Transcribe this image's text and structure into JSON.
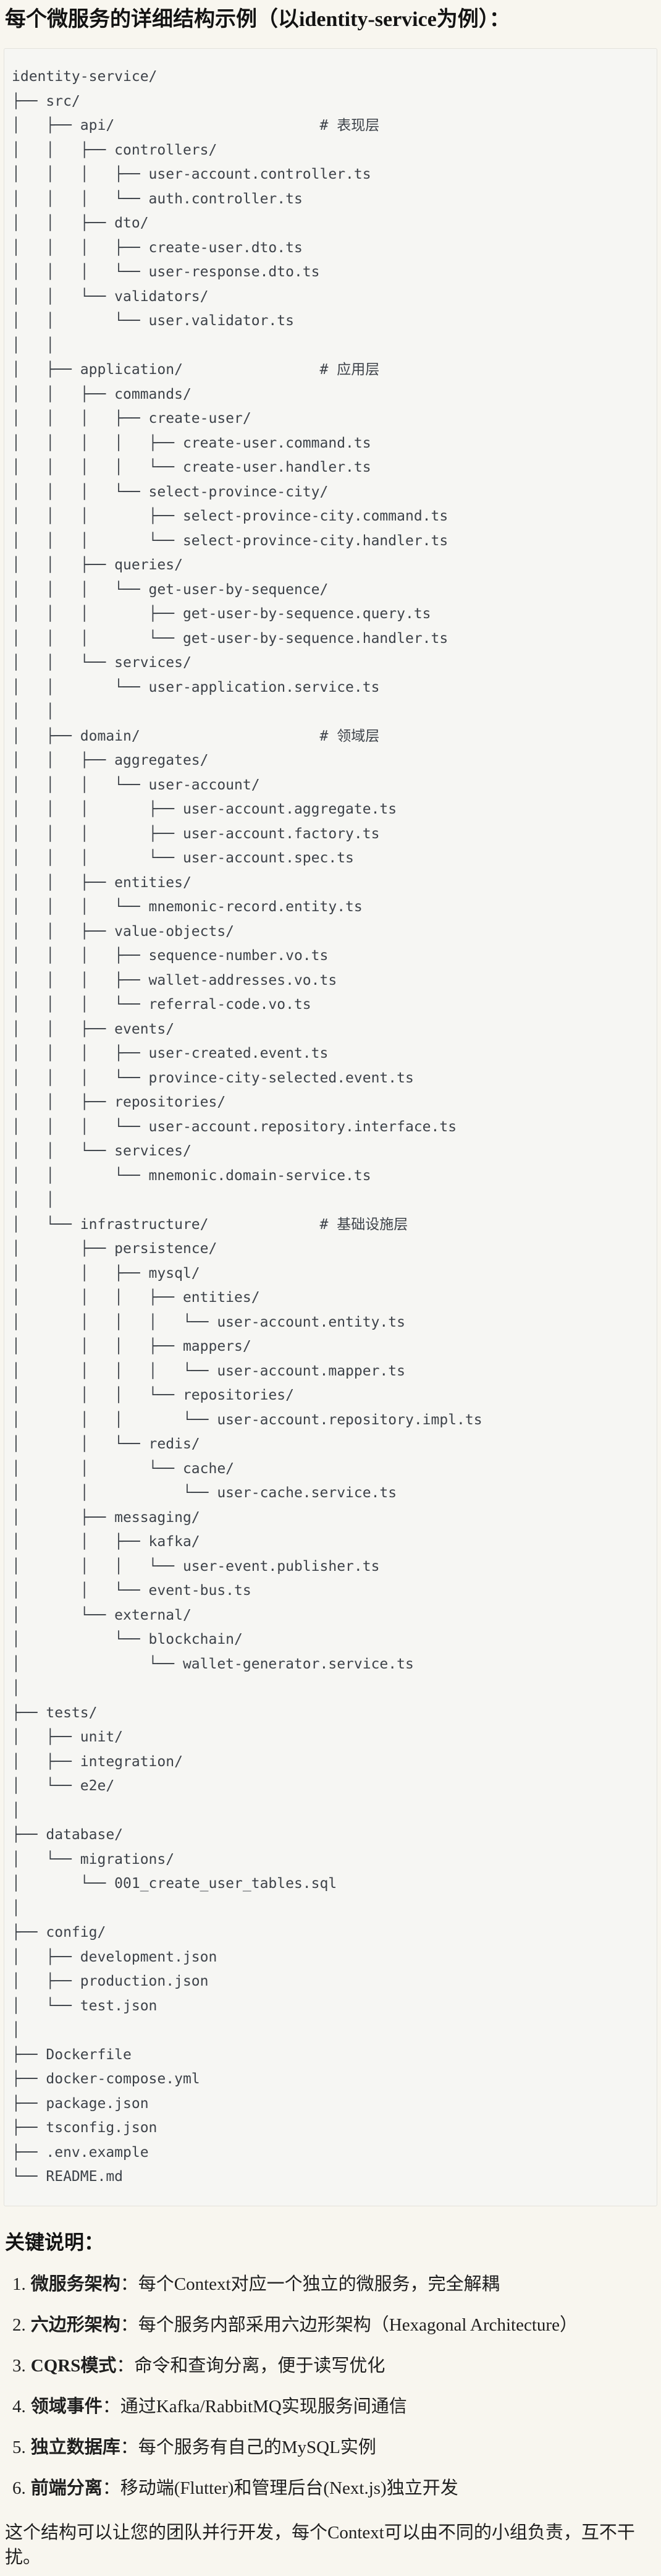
{
  "title": "每个微服务的详细结构示例（以identity-service为例）：",
  "colors": {
    "page_bg": "#f8f6ef",
    "code_bg": "#f6f6f3",
    "code_border": "#e3e2dc",
    "code_text": "#3d4249",
    "heading_text": "#131313",
    "body_text": "#1f1f1f"
  },
  "tree": {
    "root": "identity-service/",
    "lines": [
      "identity-service/",
      "├── src/",
      "│   ├── api/                        # 表现层",
      "│   │   ├── controllers/",
      "│   │   │   ├── user-account.controller.ts",
      "│   │   │   └── auth.controller.ts",
      "│   │   ├── dto/",
      "│   │   │   ├── create-user.dto.ts",
      "│   │   │   └── user-response.dto.ts",
      "│   │   └── validators/",
      "│   │       └── user.validator.ts",
      "│   │",
      "│   ├── application/                # 应用层",
      "│   │   ├── commands/",
      "│   │   │   ├── create-user/",
      "│   │   │   │   ├── create-user.command.ts",
      "│   │   │   │   └── create-user.handler.ts",
      "│   │   │   └── select-province-city/",
      "│   │   │       ├── select-province-city.command.ts",
      "│   │   │       └── select-province-city.handler.ts",
      "│   │   ├── queries/",
      "│   │   │   └── get-user-by-sequence/",
      "│   │   │       ├── get-user-by-sequence.query.ts",
      "│   │   │       └── get-user-by-sequence.handler.ts",
      "│   │   └── services/",
      "│   │       └── user-application.service.ts",
      "│   │",
      "│   ├── domain/                     # 领域层",
      "│   │   ├── aggregates/",
      "│   │   │   └── user-account/",
      "│   │   │       ├── user-account.aggregate.ts",
      "│   │   │       ├── user-account.factory.ts",
      "│   │   │       └── user-account.spec.ts",
      "│   │   ├── entities/",
      "│   │   │   └── mnemonic-record.entity.ts",
      "│   │   ├── value-objects/",
      "│   │   │   ├── sequence-number.vo.ts",
      "│   │   │   ├── wallet-addresses.vo.ts",
      "│   │   │   └── referral-code.vo.ts",
      "│   │   ├── events/",
      "│   │   │   ├── user-created.event.ts",
      "│   │   │   └── province-city-selected.event.ts",
      "│   │   ├── repositories/",
      "│   │   │   └── user-account.repository.interface.ts",
      "│   │   └── services/",
      "│   │       └── mnemonic.domain-service.ts",
      "│   │",
      "│   └── infrastructure/             # 基础设施层",
      "│       ├── persistence/",
      "│       │   ├── mysql/",
      "│       │   │   ├── entities/",
      "│       │   │   │   └── user-account.entity.ts",
      "│       │   │   ├── mappers/",
      "│       │   │   │   └── user-account.mapper.ts",
      "│       │   │   └── repositories/",
      "│       │   │       └── user-account.repository.impl.ts",
      "│       │   └── redis/",
      "│       │       └── cache/",
      "│       │           └── user-cache.service.ts",
      "│       ├── messaging/",
      "│       │   ├── kafka/",
      "│       │   │   └── user-event.publisher.ts",
      "│       │   └── event-bus.ts",
      "│       └── external/",
      "│           └── blockchain/",
      "│               └── wallet-generator.service.ts",
      "│",
      "├── tests/",
      "│   ├── unit/",
      "│   ├── integration/",
      "│   └── e2e/",
      "│",
      "├── database/",
      "│   └── migrations/",
      "│       └── 001_create_user_tables.sql",
      "│",
      "├── config/",
      "│   ├── development.json",
      "│   ├── production.json",
      "│   └── test.json",
      "│",
      "├── Dockerfile",
      "├── docker-compose.yml",
      "├── package.json",
      "├── tsconfig.json",
      "├── .env.example",
      "└── README.md"
    ]
  },
  "notes": {
    "heading": "关键说明：",
    "items": [
      {
        "num": "1.",
        "label": "微服务架构",
        "text": "：每个Context对应一个独立的微服务，完全解耦"
      },
      {
        "num": "2.",
        "label": "六边形架构",
        "text": "：每个服务内部采用六边形架构（Hexagonal Architecture）"
      },
      {
        "num": "3.",
        "label": "CQRS模式",
        "text": "：命令和查询分离，便于读写优化"
      },
      {
        "num": "4.",
        "label": "领域事件",
        "text": "：通过Kafka/RabbitMQ实现服务间通信"
      },
      {
        "num": "5.",
        "label": "独立数据库",
        "text": "：每个服务有自己的MySQL实例"
      },
      {
        "num": "6.",
        "label": "前端分离",
        "text": "：移动端(Flutter)和管理后台(Next.js)独立开发"
      }
    ],
    "footer": "这个结构可以让您的团队并行开发，每个Context可以由不同的小组负责，互不干扰。"
  }
}
